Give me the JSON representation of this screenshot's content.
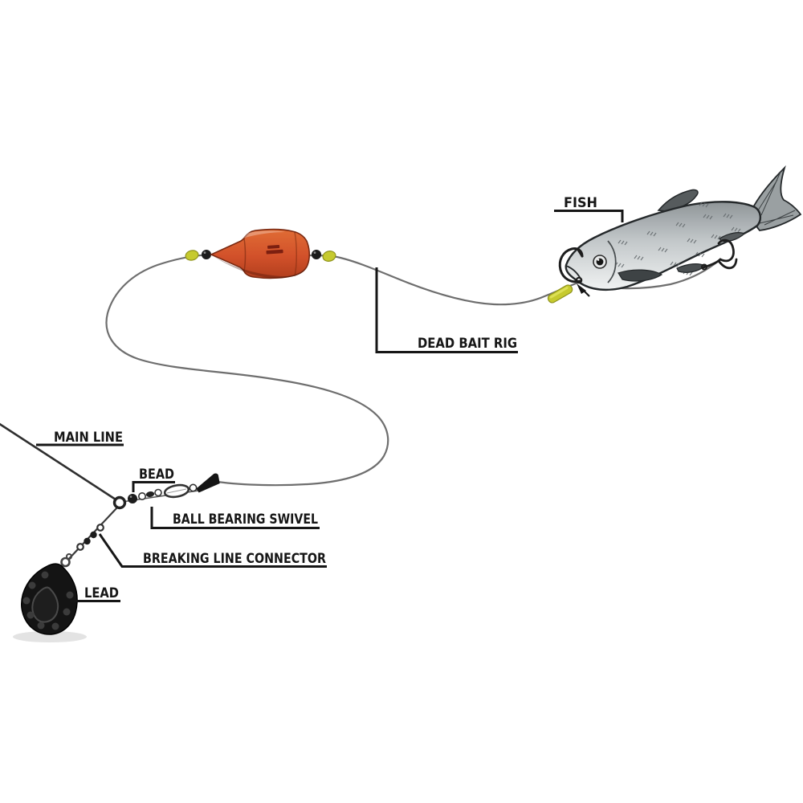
{
  "diagram": {
    "type": "fishing-dead-bait-rig-diagram",
    "background_color": "#ffffff",
    "labels": {
      "fish": "FISH",
      "dead_bait_rig": "DEAD BAIT RIG",
      "main_line": "MAIN LINE",
      "bead": "BEAD",
      "ball_bearing_swivel": "BALL BEARING SWIVEL",
      "breaking_line_connector": "BREAKING LINE CONNECTOR",
      "lead": "LEAD"
    },
    "colors": {
      "label_text": "#161616",
      "leader_line": "#161616",
      "fishing_line": "#6e6e6e",
      "main_line": "#2f2f2f",
      "float_body": "#d2512a",
      "float_shade": "#a03514",
      "float_logo": "#7c1f10",
      "bead_yellow": "#c6ca2f",
      "bead_black": "#1c1c1c",
      "metal_swivel_fill": "#ffffff",
      "metal_swivel_stroke": "#333333",
      "fish_body_dark": "#8f9598",
      "fish_body_light": "#f0f2f2",
      "fish_outline": "#24282a",
      "fin_dark": "#4a4f51",
      "lead_weight": "#141414",
      "lead_dimple": "#3b3b3b"
    }
  }
}
